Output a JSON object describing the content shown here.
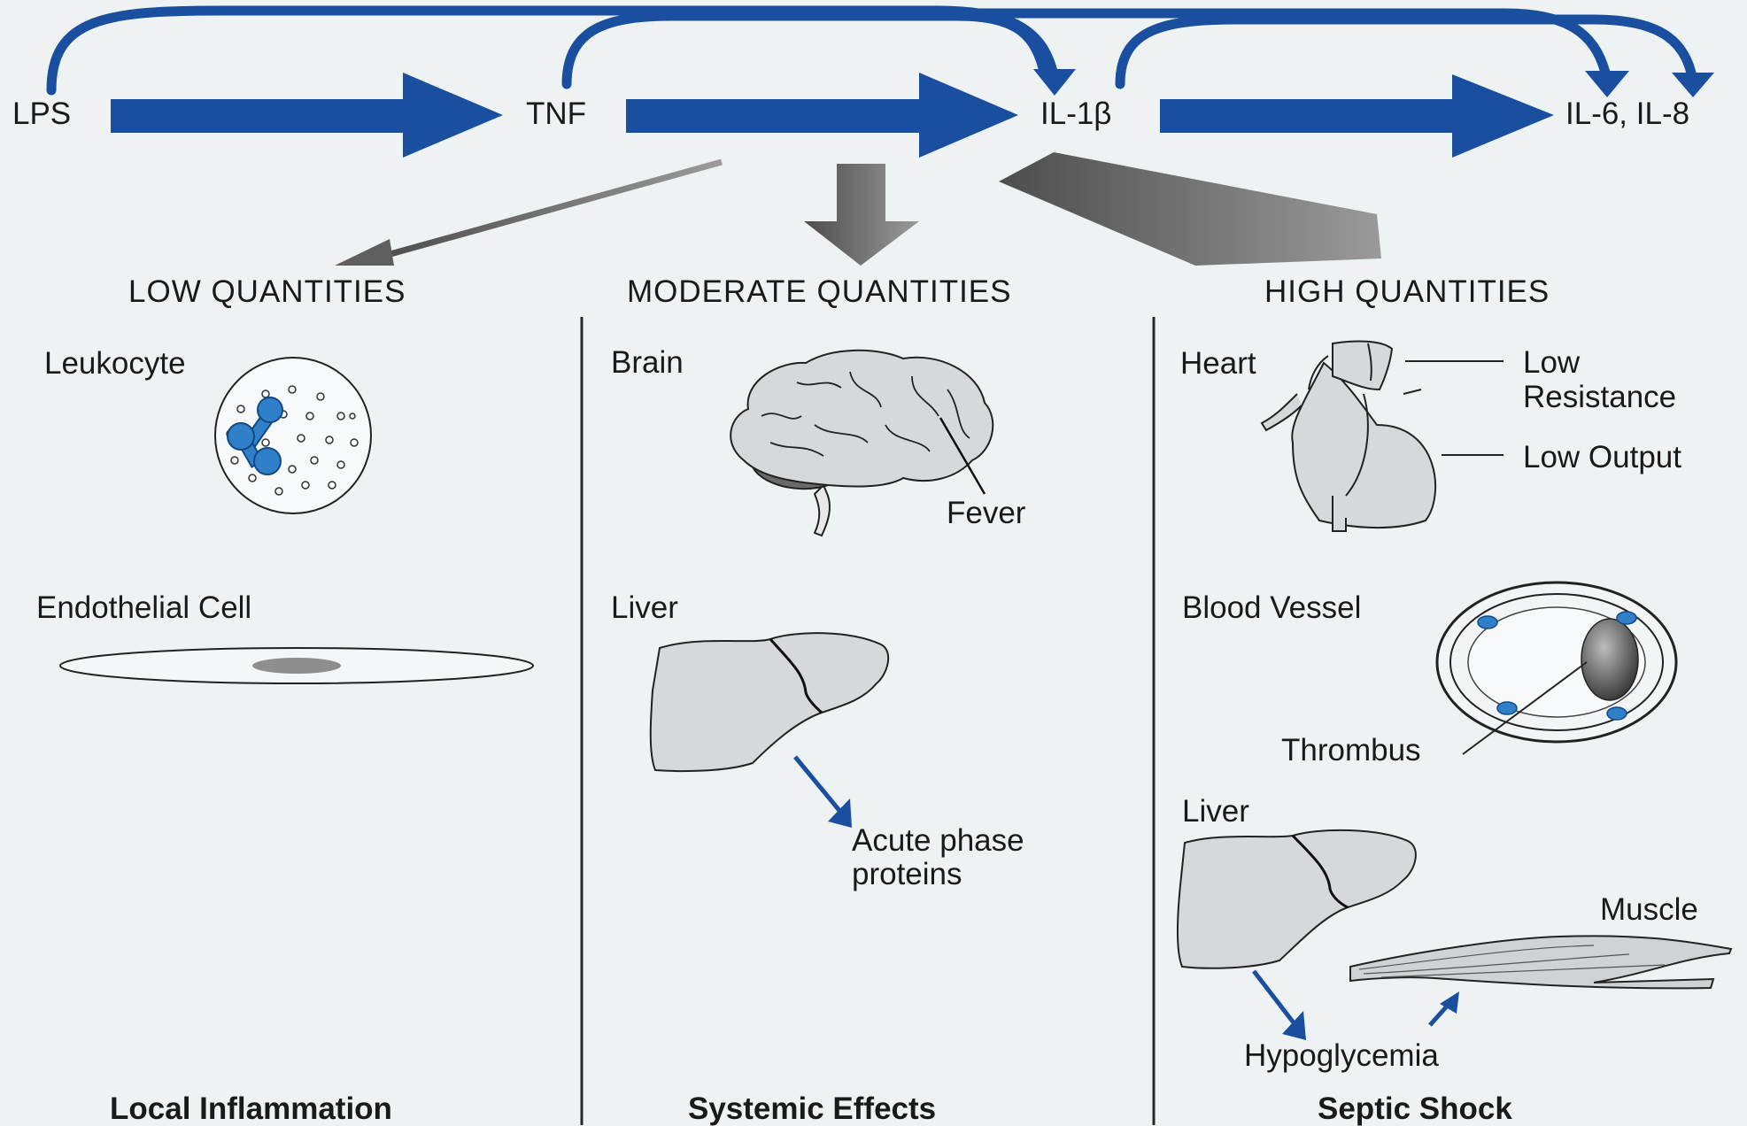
{
  "chain": {
    "lps": "LPS",
    "tnf": "TNF",
    "il1b": "IL-1β",
    "il6_il8": "IL-6, IL-8"
  },
  "columns": [
    {
      "heading": "LOW QUANTITIES",
      "footer": "Local Inflammation",
      "items": {
        "leukocyte": "Leukocyte",
        "endothelial": "Endothelial Cell"
      }
    },
    {
      "heading": "MODERATE QUANTITIES",
      "footer": "Systemic Effects",
      "items": {
        "brain": "Brain",
        "fever": "Fever",
        "liver": "Liver",
        "acute1": "Acute phase",
        "acute2": "proteins"
      }
    },
    {
      "heading": "HIGH QUANTITIES",
      "footer": "Septic Shock",
      "items": {
        "heart": "Heart",
        "low": "Low",
        "resistance": "Resistance",
        "low_output": "Low Output",
        "blood_vessel": "Blood Vessel",
        "thrombus": "Thrombus",
        "liver": "Liver",
        "muscle": "Muscle",
        "hypoglycemia": "Hypoglycemia"
      }
    }
  ],
  "colors": {
    "background": "#eef2f3",
    "arrow_blue": "#1a4fa0",
    "arrow_gray": "#6f6f6f",
    "organ_fill": "#d6d8da",
    "cell_blue": "#2f7fc9"
  },
  "icons": [
    "leukocyte-icon",
    "endothelial-cell-icon",
    "brain-icon",
    "liver-icon",
    "heart-icon",
    "blood-vessel-icon",
    "muscle-icon"
  ]
}
